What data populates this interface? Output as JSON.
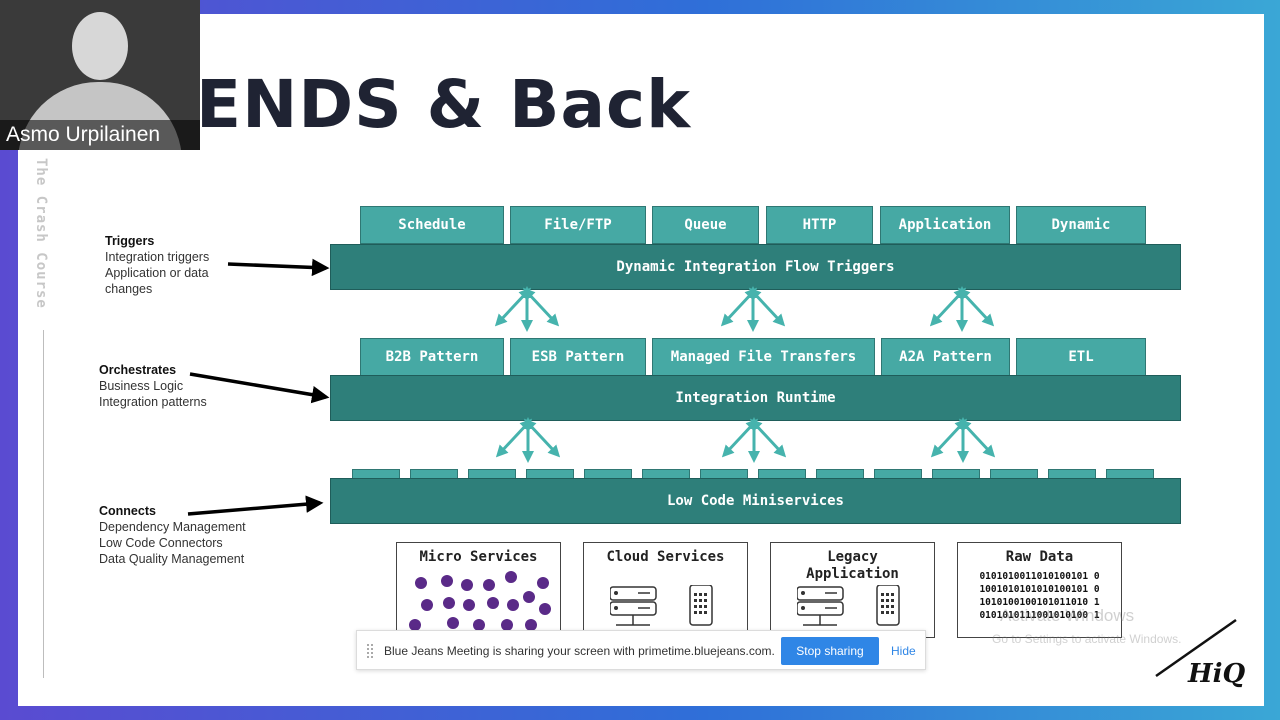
{
  "webcam": {
    "participant_name": "Asmo Urpilainen"
  },
  "slide": {
    "title": "ENDS & Back",
    "side_label": "The Crash Course",
    "trigger_tabs": [
      "Schedule",
      "File/FTP",
      "Queue",
      "HTTP",
      "Application",
      "Dynamic"
    ],
    "pattern_tabs": [
      "B2B Pattern",
      "ESB Pattern",
      "Managed File Transfers",
      "A2A Pattern",
      "ETL"
    ],
    "bars": {
      "triggers": "Dynamic Integration Flow Triggers",
      "runtime": "Integration Runtime",
      "miniservices": "Low Code Miniservices"
    },
    "left_labels": {
      "triggers": {
        "title": "Triggers",
        "lines": [
          "Integration triggers",
          "Application or data",
          "changes"
        ]
      },
      "orchestrates": {
        "title": "Orchestrates",
        "lines": [
          "Business Logic",
          "Integration patterns"
        ]
      },
      "connects": {
        "title": "Connects",
        "lines": [
          "Dependency Management",
          "Low Code Connectors",
          "Data Quality Management"
        ]
      }
    },
    "sources": {
      "micro": "Micro Services",
      "cloud": "Cloud Services",
      "legacy": [
        "Legacy",
        "Application"
      ],
      "raw": "Raw Data",
      "binary": [
        "0101010011010100101 0",
        "1001010101010100101 0",
        "1010100100101011010 1",
        "0101010111001010100 1"
      ]
    },
    "logo_text": "HiQ"
  },
  "share_bar": {
    "message": "Blue Jeans Meeting is sharing your screen with primetime.bluejeans.com.",
    "stop_label": "Stop sharing",
    "hide_label": "Hide"
  },
  "os_watermark": {
    "line1": "Activate Windows",
    "line2": "Go to Settings to activate Windows."
  },
  "colors": {
    "teal_tab": "#46a9a4",
    "teal_bar": "#2e7f7a",
    "accent_button": "#2f86e6",
    "dot_purple": "#5a2a88"
  }
}
